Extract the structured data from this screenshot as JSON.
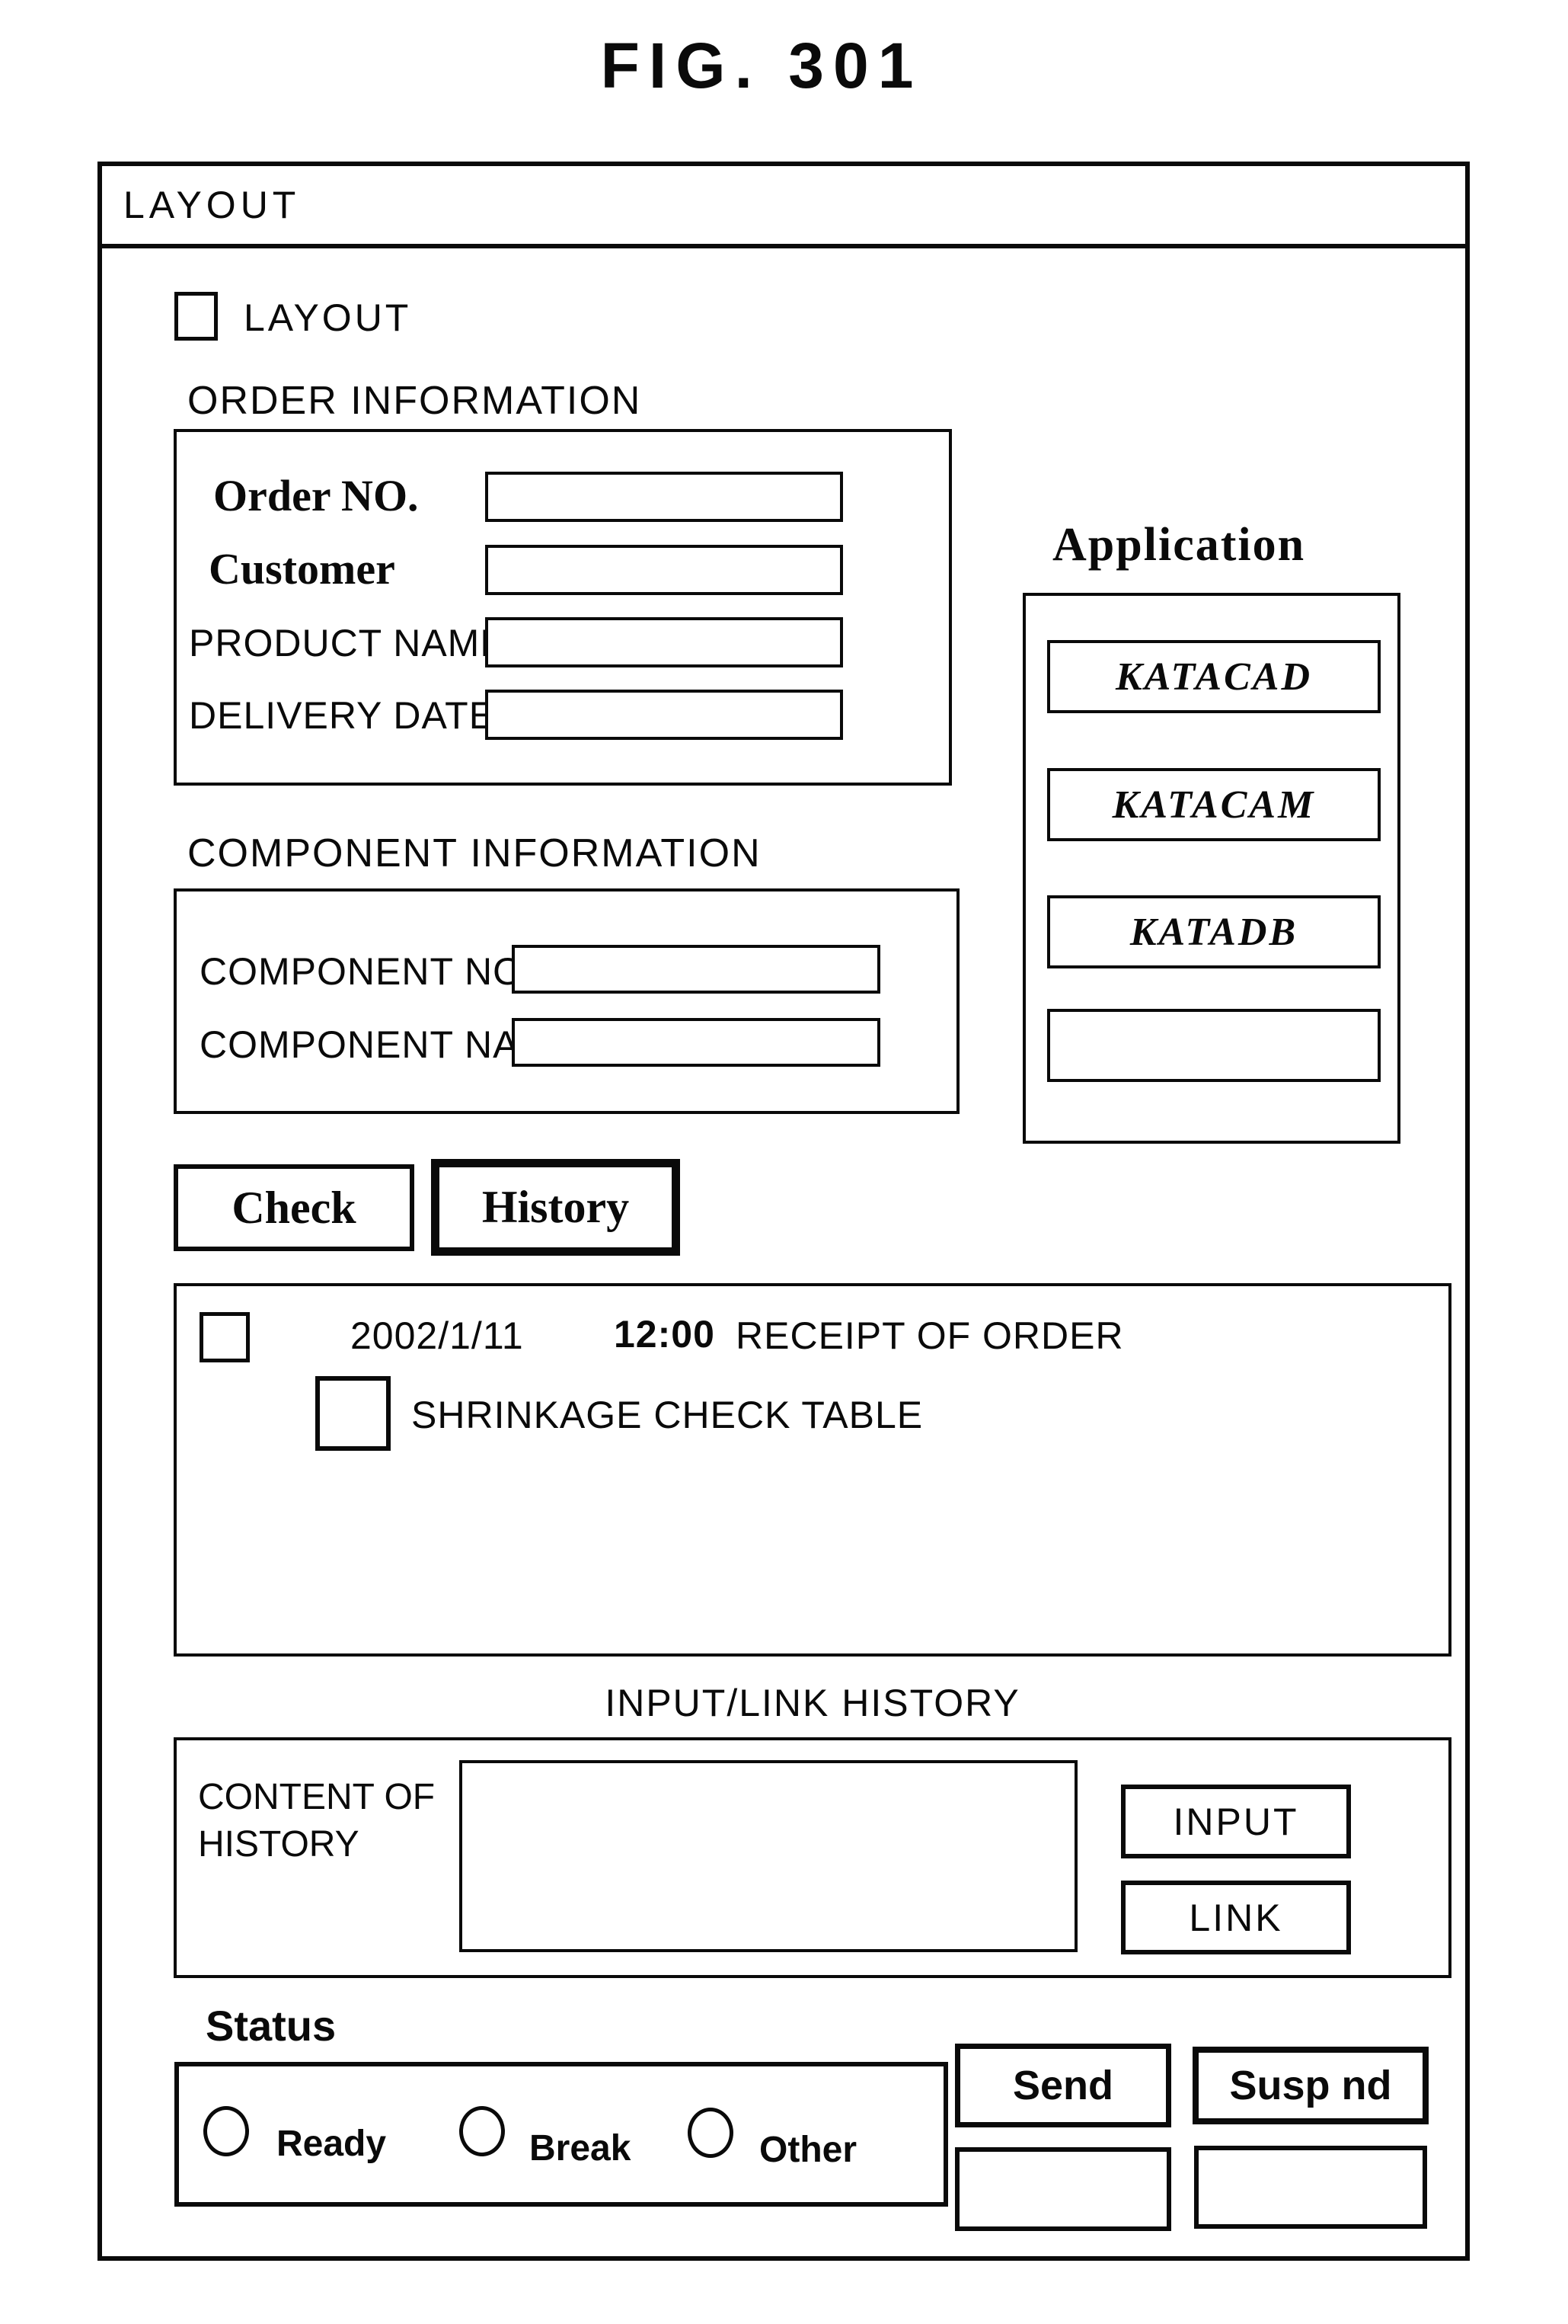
{
  "figure": {
    "title": "FIG. 301"
  },
  "window": {
    "title": "LAYOUT",
    "layout_checkbox_label": "LAYOUT",
    "order_information": {
      "heading": "ORDER INFORMATION",
      "fields": [
        {
          "label": "Order NO.",
          "value": ""
        },
        {
          "label": "Customer",
          "value": ""
        },
        {
          "label": "PRODUCT NAME",
          "value": ""
        },
        {
          "label": "DELIVERY DATE",
          "value": ""
        }
      ]
    },
    "application": {
      "heading": "Application",
      "buttons": [
        "KATACAD",
        "KATACAM",
        "KATADB",
        ""
      ]
    },
    "component_information": {
      "heading": "COMPONENT INFORMATION",
      "fields": [
        {
          "label": "COMPONENT NO.",
          "value": ""
        },
        {
          "label": "COMPONENT NAME",
          "value": ""
        }
      ]
    },
    "actions": {
      "check_label": "Check",
      "history_label": "History",
      "selected": "History"
    },
    "history_panel": {
      "entry": {
        "date": "2002/1/11",
        "time": "12:00",
        "event": "RECEIPT OF ORDER",
        "attachment": "SHRINKAGE CHECK TABLE"
      }
    },
    "input_link_history": {
      "heading": "INPUT/LINK HISTORY",
      "content_label": "CONTENT OF HISTORY",
      "content_value": "",
      "input_button": "INPUT",
      "link_button": "LINK"
    },
    "status": {
      "heading": "Status",
      "options": [
        "Ready",
        "Break",
        "Other"
      ],
      "selected": ""
    },
    "footer": {
      "send_label": "Send",
      "suspend_label": "Susp nd"
    }
  }
}
